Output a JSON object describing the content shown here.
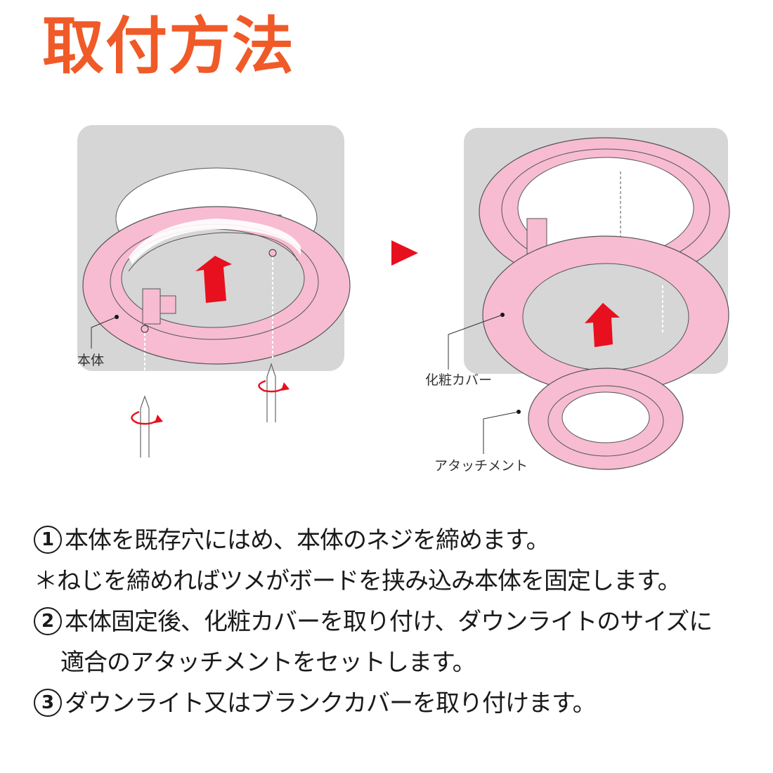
{
  "title": "取付方法",
  "colors": {
    "title": "#f05a28",
    "ring_pink": "#f7bcd1",
    "panel_gray": "#d6d6d6",
    "arrow_red": "#e8101e",
    "text": "#1a1a1a"
  },
  "figure": {
    "left_panel": {
      "labels": {
        "body": "本体"
      },
      "icons": [
        "up-arrow",
        "screwdriver",
        "rotation-arrow"
      ]
    },
    "next_arrow": "right-triangle",
    "right_panel": {
      "labels": {
        "cover": "化粧カバー",
        "attachment": "アタッチメント"
      },
      "icons": [
        "up-arrow"
      ]
    }
  },
  "steps": [
    {
      "num": "1",
      "text": "本体を既存穴にはめ、本体のネジを締めます。"
    },
    {
      "num": "",
      "text": "＊ねじを締めればツメがボードを挟み込み本体を固定します。"
    },
    {
      "num": "2",
      "text": "本体固定後、化粧カバーを取り付け、ダウンライトのサイズに"
    },
    {
      "num": "",
      "text": "適合のアタッチメントをセットします。"
    },
    {
      "num": "3",
      "text": "ダウンライト又はブランクカバーを取り付けます。"
    }
  ]
}
